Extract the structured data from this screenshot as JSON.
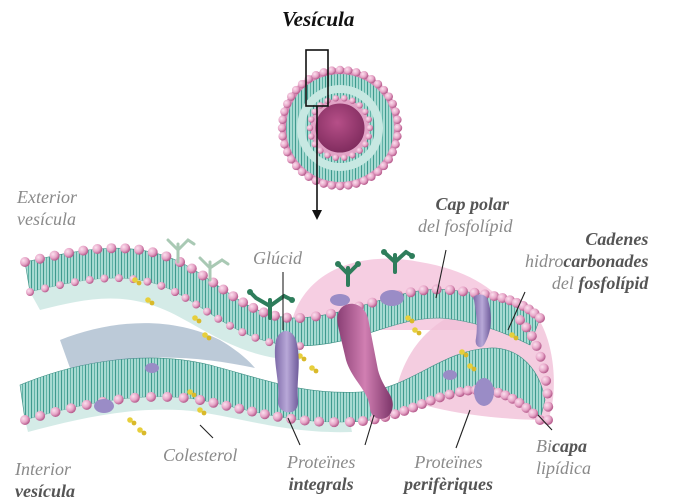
{
  "title": "Vesícula",
  "labels": {
    "exterior_1": "Exterior",
    "exterior_2": "vesícula",
    "glucid": "Glúcid",
    "cap_polar_1": "Cap polar",
    "cap_polar_2": "del fosfolípid",
    "cadenes_1": "Cadenes",
    "cadenes_2a": "hidro",
    "cadenes_2b": "carbonades",
    "cadenes_3a": "del ",
    "cadenes_3b": "fosfolípid",
    "interior_1": "Interior",
    "interior_2": "vesícula",
    "colesterol": "Colesterol",
    "integrals_1": "Proteïnes",
    "integrals_2": "integrals",
    "periferiques_1": "Proteïnes",
    "periferiques_2": "perifèriques",
    "bicapa_1a": "Bi",
    "bicapa_1b": "capa",
    "bicapa_2": "lipídica"
  },
  "colors": {
    "head_pink": "#e7a6c8",
    "head_dark": "#c36d9a",
    "tail_teal": "#7fc3b9",
    "protein_purple": "#a691c8",
    "protein_magenta": "#c46aa4",
    "cholesterol_yellow": "#e7cf3c",
    "glycan_green": "#2e7d5b"
  }
}
